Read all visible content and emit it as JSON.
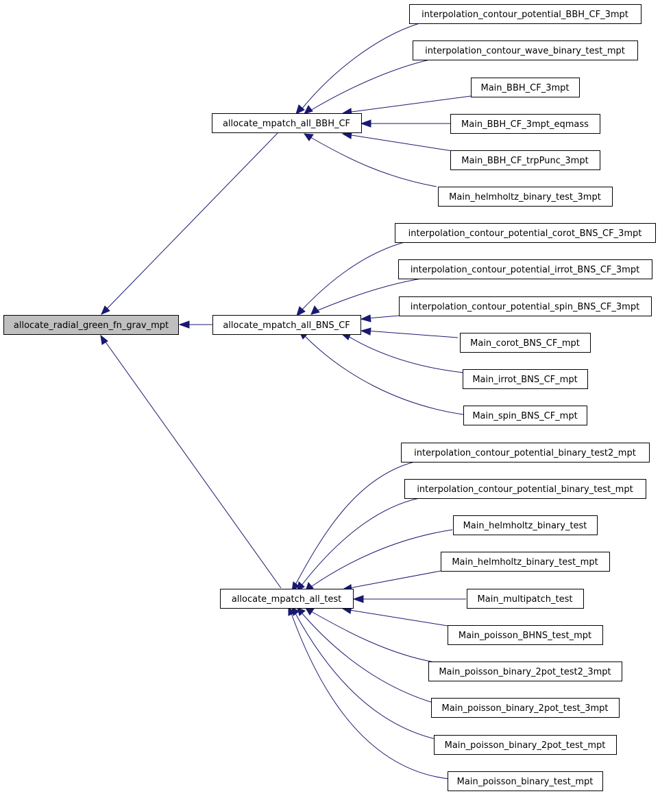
{
  "graph": {
    "nodes": {
      "root": "allocate_radial_green_fn_grav_mpt",
      "bbh": "allocate_mpatch_all_BBH_CF",
      "bns": "allocate_mpatch_all_BNS_CF",
      "test": "allocate_mpatch_all_test",
      "bbh_c1": "interpolation_contour_potential_BBH_CF_3mpt",
      "bbh_c2": "interpolation_contour_wave_binary_test_mpt",
      "bbh_c3": "Main_BBH_CF_3mpt",
      "bbh_c4": "Main_BBH_CF_3mpt_eqmass",
      "bbh_c5": "Main_BBH_CF_trpPunc_3mpt",
      "bbh_c6": "Main_helmholtz_binary_test_3mpt",
      "bns_c1": "interpolation_contour_potential_corot_BNS_CF_3mpt",
      "bns_c2": "interpolation_contour_potential_irrot_BNS_CF_3mpt",
      "bns_c3": "interpolation_contour_potential_spin_BNS_CF_3mpt",
      "bns_c4": "Main_corot_BNS_CF_mpt",
      "bns_c5": "Main_irrot_BNS_CF_mpt",
      "bns_c6": "Main_spin_BNS_CF_mpt",
      "test_c1": "interpolation_contour_potential_binary_test2_mpt",
      "test_c2": "interpolation_contour_potential_binary_test_mpt",
      "test_c3": "Main_helmholtz_binary_test",
      "test_c4": "Main_helmholtz_binary_test_mpt",
      "test_c5": "Main_multipatch_test",
      "test_c6": "Main_poisson_BHNS_test_mpt",
      "test_c7": "Main_poisson_binary_2pot_test2_3mpt",
      "test_c8": "Main_poisson_binary_2pot_test_3mpt",
      "test_c9": "Main_poisson_binary_2pot_test_mpt",
      "test_c10": "Main_poisson_binary_test_mpt"
    },
    "colors": {
      "edge": "#191970",
      "root_fill": "#bfbfbf",
      "node_fill": "#ffffff",
      "border": "#000000"
    }
  }
}
